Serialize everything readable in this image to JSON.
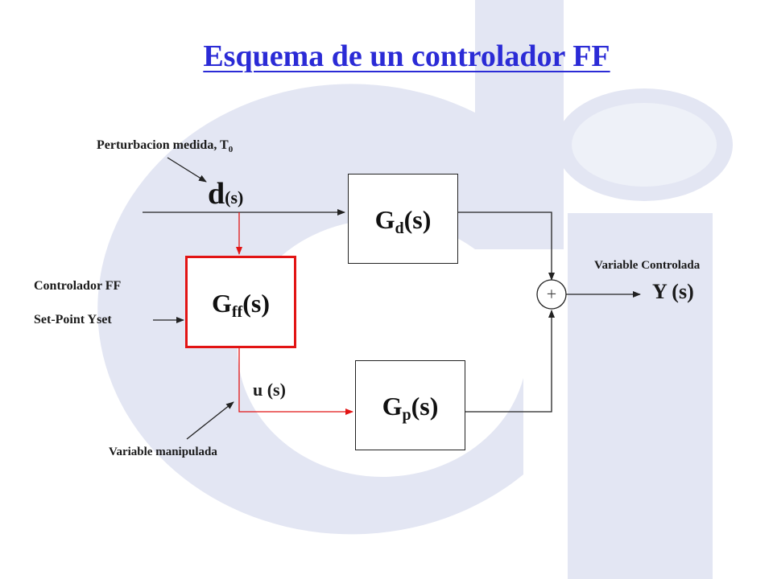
{
  "title": "Esquema de un controlador FF",
  "labels": {
    "perturbation": "Perturbacion medida, T",
    "perturbation_sub": "0",
    "d_main": "d",
    "d_arg": "(s)",
    "controller_line1": "Controlador FF",
    "controller_line2": "Set-Point Yset",
    "u": "u (s)",
    "manipulated": "Variable manipulada",
    "controlled_caption": "Variable Controlada",
    "y": "Y (s)"
  },
  "blocks": {
    "gd": {
      "main": "G",
      "sub": "d",
      "arg": "(s)"
    },
    "gff": {
      "main": "G",
      "sub": "ff",
      "arg": "(s)"
    },
    "gp": {
      "main": "G",
      "sub": "p",
      "arg": "(s)"
    }
  },
  "summing_junction": {
    "sign": "+"
  },
  "colors": {
    "title": "#2b2bd6",
    "signal_black": "#222222",
    "signal_red": "#e21414",
    "watermark": "#e3e6f3",
    "watermark_inner": "#eef1f8"
  }
}
